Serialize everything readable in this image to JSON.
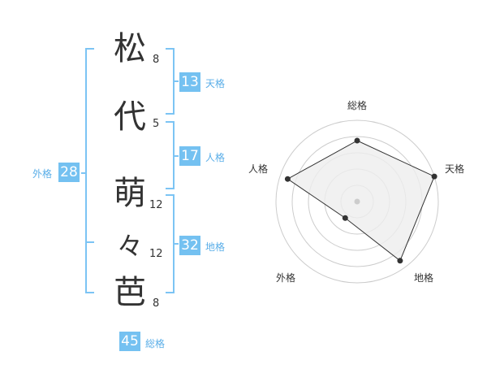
{
  "colors": {
    "bracket": "#7cc4f4",
    "badge_bg": "#74c1f1",
    "badge_label": "#5aaee8",
    "radar_line": "#333333",
    "radar_fill": "#eeeeee",
    "ring": "#cccccc"
  },
  "characters": [
    {
      "char": "松",
      "strokes": "8"
    },
    {
      "char": "代",
      "strokes": "5"
    },
    {
      "char": "萌",
      "strokes": "12"
    },
    {
      "char": "々",
      "strokes": "12"
    },
    {
      "char": "芭",
      "strokes": "8"
    }
  ],
  "fortunes": {
    "tenkaku": {
      "value": "13",
      "label": "天格"
    },
    "jinkaku": {
      "value": "17",
      "label": "人格"
    },
    "chikaku": {
      "value": "32",
      "label": "地格"
    },
    "gaikaku": {
      "value": "28",
      "label": "外格"
    },
    "soukaku": {
      "value": "45",
      "label": "総格"
    }
  },
  "chart_data": {
    "type": "radar",
    "axes": [
      "総格",
      "天格",
      "地格",
      "外格",
      "人格"
    ],
    "values": [
      0.75,
      1.0,
      0.9,
      0.25,
      0.9
    ],
    "rings": 5,
    "grid": true
  }
}
